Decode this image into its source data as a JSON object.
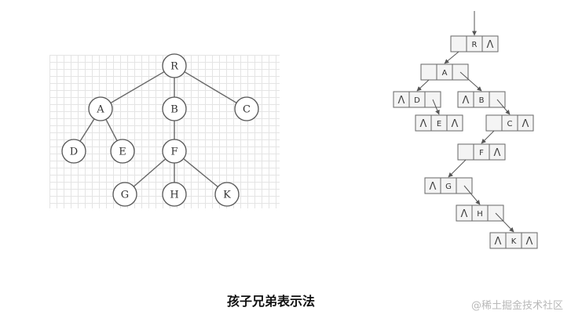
{
  "caption": "孩子兄弟表示法",
  "watermark": "@稀土掘金技术社区",
  "null_mark": "Λ",
  "tree": {
    "nodes": [
      {
        "id": "R",
        "label": "R"
      },
      {
        "id": "A",
        "label": "A"
      },
      {
        "id": "B",
        "label": "B"
      },
      {
        "id": "C",
        "label": "C"
      },
      {
        "id": "D",
        "label": "D"
      },
      {
        "id": "E",
        "label": "E"
      },
      {
        "id": "F",
        "label": "F"
      },
      {
        "id": "G",
        "label": "G"
      },
      {
        "id": "H",
        "label": "H"
      },
      {
        "id": "K",
        "label": "K"
      }
    ],
    "edges": [
      [
        "R",
        "A"
      ],
      [
        "R",
        "B"
      ],
      [
        "R",
        "C"
      ],
      [
        "A",
        "D"
      ],
      [
        "A",
        "E"
      ],
      [
        "B",
        "F"
      ],
      [
        "F",
        "G"
      ],
      [
        "F",
        "H"
      ],
      [
        "F",
        "K"
      ]
    ]
  },
  "linked": {
    "nodes": [
      {
        "id": "R",
        "label": "R",
        "first_child": "A",
        "next_sibling": null
      },
      {
        "id": "A",
        "label": "A",
        "first_child": "D",
        "next_sibling": "B"
      },
      {
        "id": "D",
        "label": "D",
        "first_child": null,
        "next_sibling": "E"
      },
      {
        "id": "B",
        "label": "B",
        "first_child": null,
        "next_sibling": "C"
      },
      {
        "id": "E",
        "label": "E",
        "first_child": null,
        "next_sibling": null
      },
      {
        "id": "C",
        "label": "C",
        "first_child": "F",
        "next_sibling": null
      },
      {
        "id": "F",
        "label": "F",
        "first_child": "G",
        "next_sibling": null
      },
      {
        "id": "G",
        "label": "G",
        "first_child": null,
        "next_sibling": "H"
      },
      {
        "id": "H",
        "label": "H",
        "first_child": null,
        "next_sibling": "K"
      },
      {
        "id": "K",
        "label": "K",
        "first_child": null,
        "next_sibling": null
      }
    ]
  }
}
